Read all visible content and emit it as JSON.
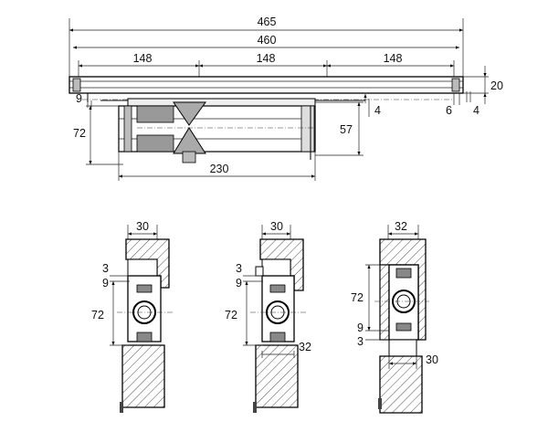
{
  "diagram": {
    "top_view": {
      "overall_length": "465",
      "rail_length": "460",
      "spacing": [
        "148",
        "148",
        "148"
      ],
      "right_height": "20",
      "left_offset": "9",
      "right_inner_small": "6",
      "right_small": "4",
      "mid_small": "4",
      "body_height_left": "72",
      "body_height_right": "57",
      "body_length": "230"
    },
    "section_a": {
      "width_top": "30",
      "dim_3": "3",
      "dim_9": "9",
      "dim_72": "72"
    },
    "section_b": {
      "width_top": "30",
      "dim_3": "3",
      "dim_9": "9",
      "dim_72": "72",
      "dim_32": "32"
    },
    "section_c": {
      "width_top": "32",
      "dim_72": "72",
      "dim_9": "9",
      "dim_3": "3",
      "width_bottom": "30"
    }
  }
}
